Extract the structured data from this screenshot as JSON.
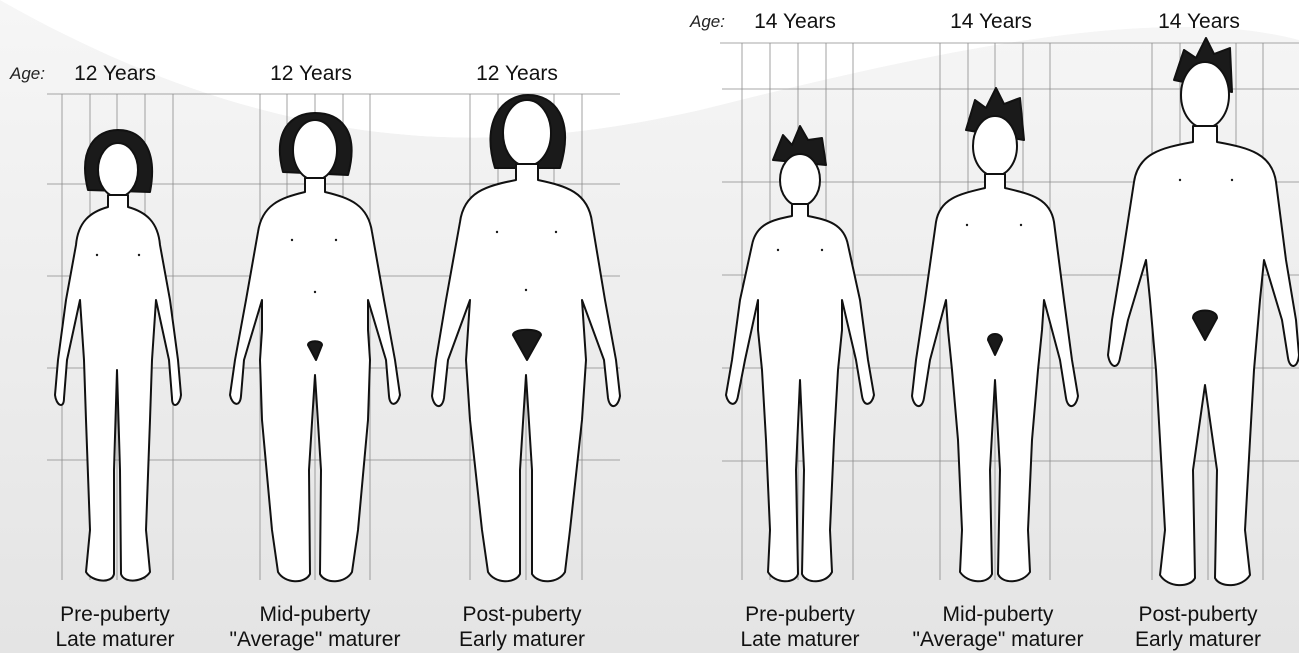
{
  "left_panel": {
    "age_label": "Age:",
    "figures": [
      {
        "age": "12 Years",
        "caption_line1": "Pre-puberty",
        "caption_line2": "Late maturer"
      },
      {
        "age": "12 Years",
        "caption_line1": "Mid-puberty",
        "caption_line2": "\"Average\" maturer"
      },
      {
        "age": "12 Years",
        "caption_line1": "Post-puberty",
        "caption_line2": "Early maturer"
      }
    ]
  },
  "right_panel": {
    "age_label": "Age:",
    "figures": [
      {
        "age": "14 Years",
        "caption_line1": "Pre-puberty",
        "caption_line2": "Late maturer"
      },
      {
        "age": "14 Years",
        "caption_line1": "Mid-puberty",
        "caption_line2": "\"Average\" maturer"
      },
      {
        "age": "14 Years",
        "caption_line1": "Post-puberty",
        "caption_line2": "Early maturer"
      }
    ]
  },
  "colors": {
    "background_arc": "#ededed",
    "line": "#111111",
    "grid": "#8a8a8a"
  }
}
